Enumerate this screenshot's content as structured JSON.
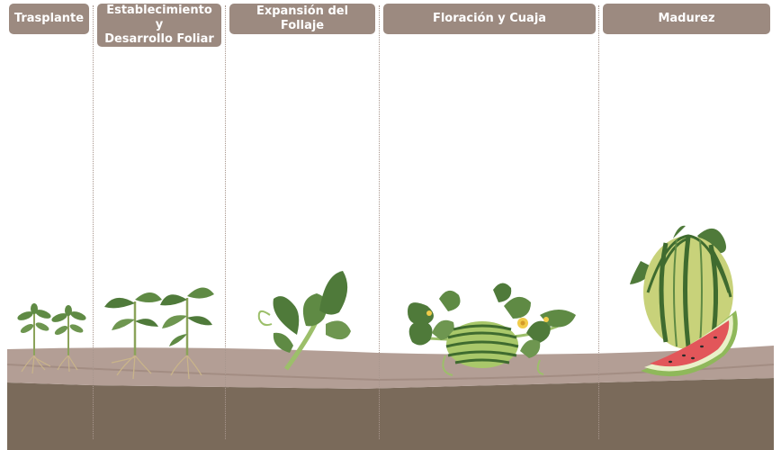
{
  "stages": [
    {
      "label_line1": "Trasplante",
      "label_line2": ""
    },
    {
      "label_line1": "Establecimiento y",
      "label_line2": "Desarrollo Foliar"
    },
    {
      "label_line1": "Expansión del Follaje",
      "label_line2": ""
    },
    {
      "label_line1": "Floración y Cuaja",
      "label_line2": ""
    },
    {
      "label_line1": "Madurez",
      "label_line2": ""
    }
  ],
  "colors": {
    "label_bg": "#9c8a80",
    "soil_top": "#b39e95",
    "soil_deep": "#7a6a5a",
    "leaf": "#4f7a3a",
    "leaf_light": "#7ea25a",
    "melon_stripe": "#3f6b2f",
    "melon_light": "#b8c86a",
    "flesh": "#e2565a",
    "rind": "#8fb85a"
  },
  "icons": [
    "seedling-icon",
    "young-plant-icon",
    "vine-icon",
    "flowering-vine-icon",
    "watermelon-icon"
  ]
}
